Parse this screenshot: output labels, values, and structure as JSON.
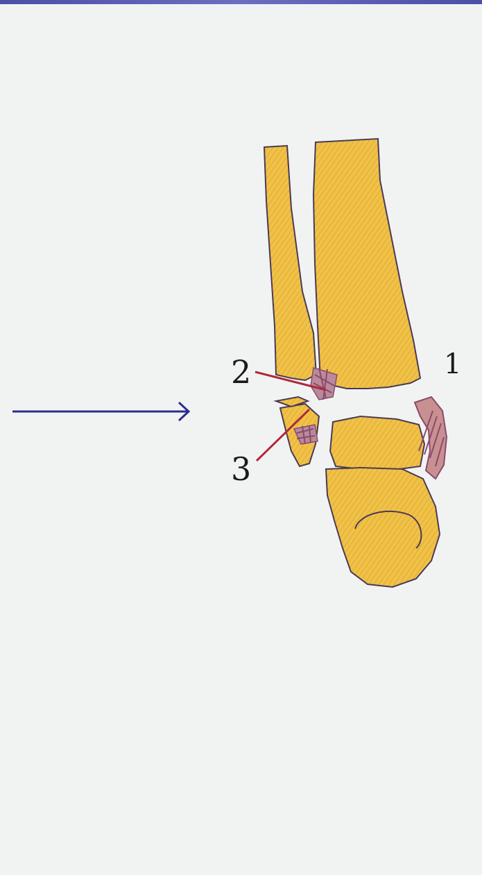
{
  "colors": {
    "background": "#f1f3f3",
    "top_bar": "#4a4fa8",
    "bone_fill": "#f0c247",
    "bone_outline": "#4a3a55",
    "ligament": "#8a4a6a",
    "pointer_line": "#b0283a",
    "arrow": "#2b2e8c"
  },
  "labels": {
    "label_1": "1",
    "label_2": "2",
    "label_3": "3"
  }
}
